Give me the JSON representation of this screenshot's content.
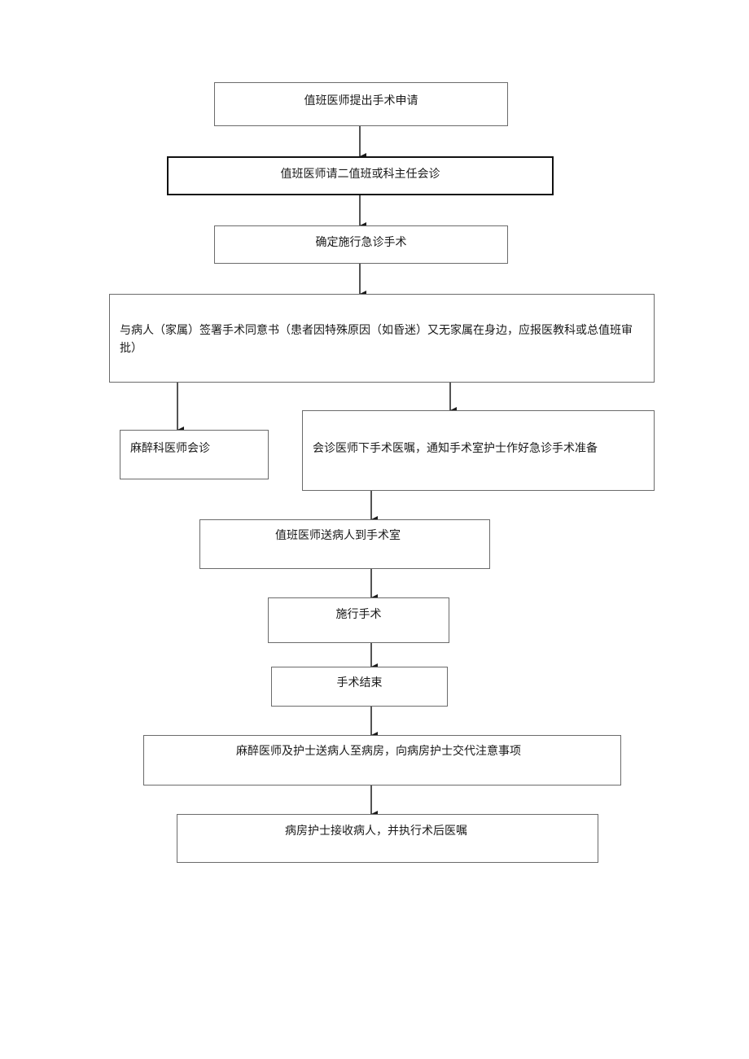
{
  "flow": {
    "step1": "值班医师提出手术申请",
    "step2": "值班医师请二值班或科主任会诊",
    "step3": "确定施行急诊手术",
    "step4": "与病人（家属）签署手术同意书（患者因特殊原因（如昏迷）又无家属在身边，应报医教科或总值班审批）",
    "step5a": "麻醉科医师会诊",
    "step5b": "会诊医师下手术医嘱，通知手术室护士作好急诊手术准备",
    "step6": "值班医师送病人到手术室",
    "step7": "施行手术",
    "step8": "手术结束",
    "step9": "麻醉医师及护士送病人至病房，向病房护士交代注意事项",
    "step10": "病房护士接收病人，并执行术后医嘱"
  },
  "colors": {
    "line": "#1a1a1a",
    "border": "#6b6b6b"
  }
}
